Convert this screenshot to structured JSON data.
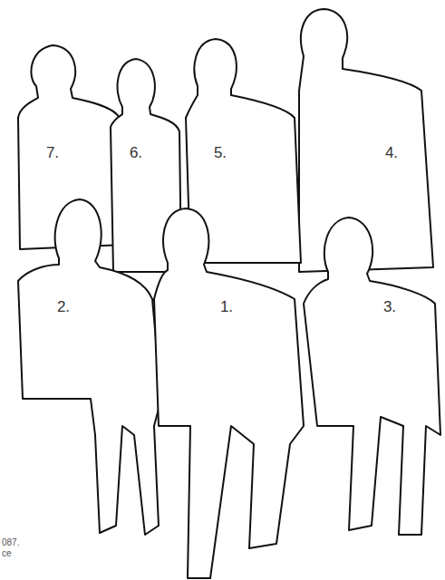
{
  "diagram": {
    "labels": [
      "7.",
      "6.",
      "5.",
      "4.",
      "2.",
      "1.",
      "3.",
      "087.",
      "ce"
    ]
  }
}
